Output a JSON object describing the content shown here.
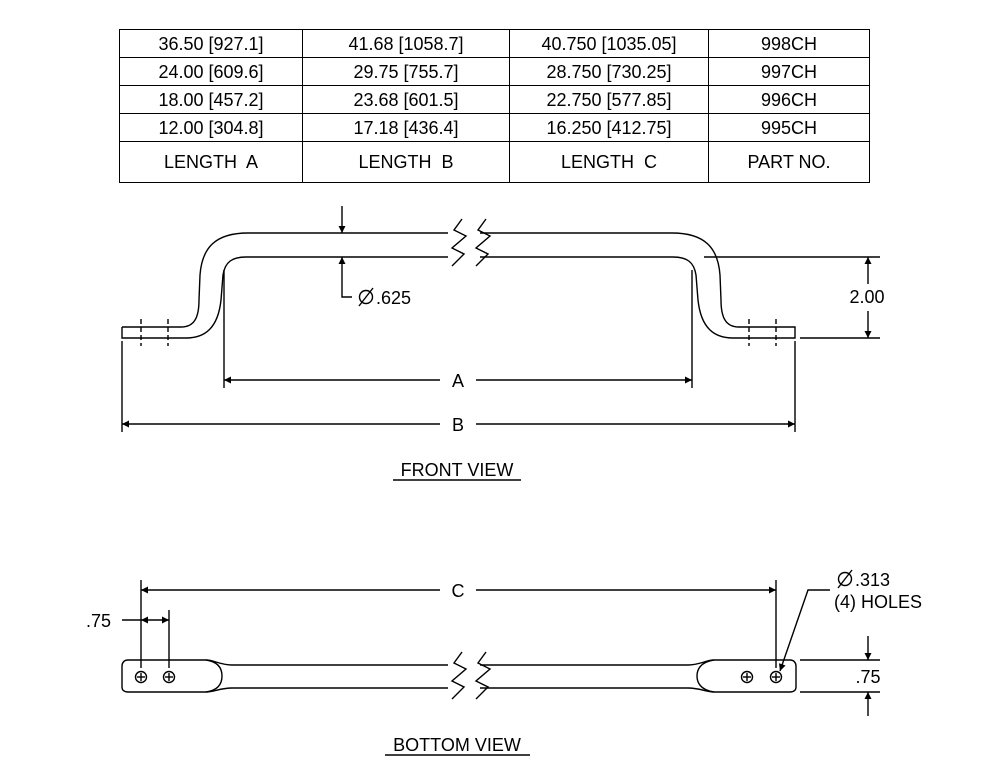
{
  "table": {
    "headers": [
      "LENGTH  A",
      "LENGTH  B",
      "LENGTH  C",
      "PART NO."
    ],
    "rows": [
      [
        "36.50 [927.1]",
        "41.68 [1058.7]",
        "40.750 [1035.05]",
        "998CH"
      ],
      [
        "24.00 [609.6]",
        "29.75 [755.7]",
        "28.750 [730.25]",
        "997CH"
      ],
      [
        "18.00 [457.2]",
        "23.68 [601.5]",
        "22.750 [577.85]",
        "996CH"
      ],
      [
        "12.00 [304.8]",
        "17.18 [436.4]",
        "16.250 [412.75]",
        "995CH"
      ]
    ]
  },
  "front_view": {
    "title": "FRONT VIEW",
    "diameter_label": ".625",
    "height_label": "2.00",
    "dim_a": "A",
    "dim_b": "B"
  },
  "bottom_view": {
    "title": "BOTTOM VIEW",
    "dim_c": "C",
    "dim_left_offset": ".75",
    "hole_diameter": ".313",
    "hole_count_label": "(4) HOLES",
    "dim_width": ".75"
  }
}
